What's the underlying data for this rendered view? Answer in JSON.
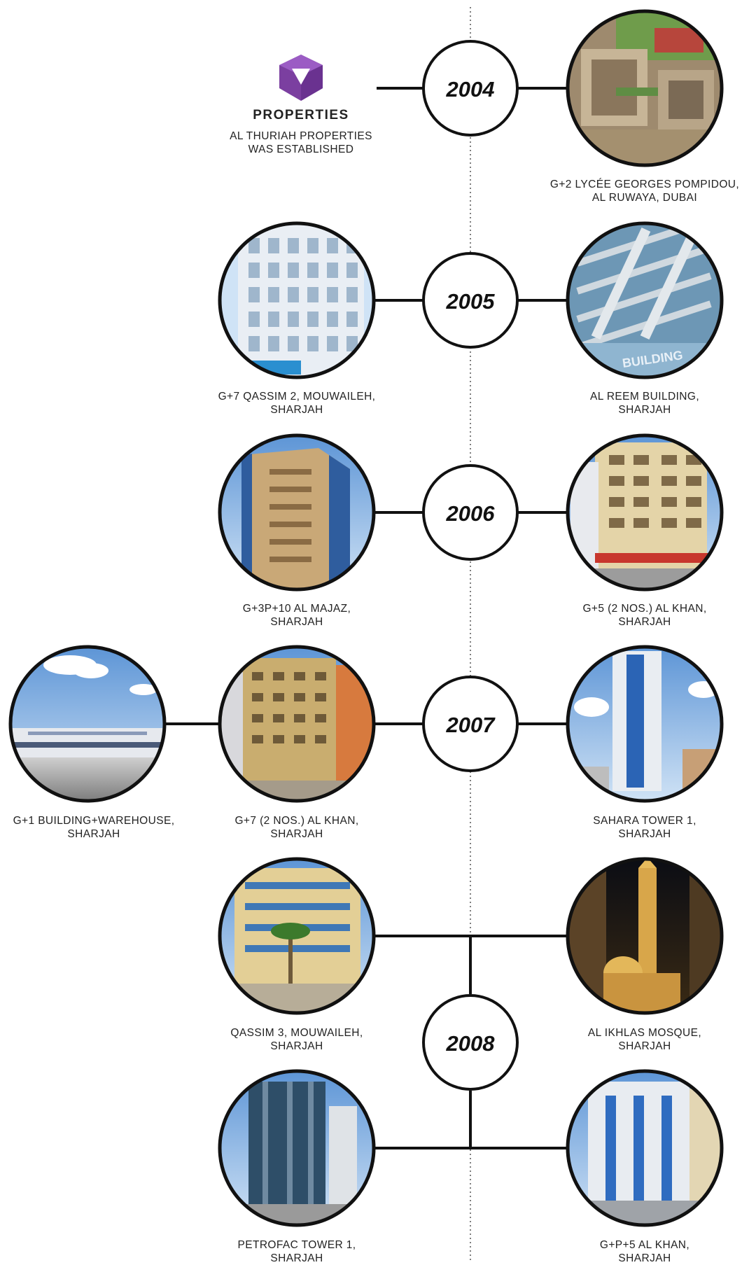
{
  "brand": {
    "name": "PROPERTIES",
    "established_line1": "AL THURIAH PROPERTIES",
    "established_line2": "WAS ESTABLISHED",
    "color": "#7b3fa0"
  },
  "years": [
    {
      "label": "2004"
    },
    {
      "label": "2005"
    },
    {
      "label": "2006"
    },
    {
      "label": "2007"
    },
    {
      "label": "2008"
    }
  ],
  "projects": [
    {
      "caption": [
        "G+2 LYCÉE GEORGES POMPIDOU,",
        "AL RUWAYA, DUBAI"
      ],
      "photo": "aerial-school"
    },
    {
      "caption": [
        "G+7 QASSIM 2, MOUWAILEH,",
        "SHARJAH"
      ],
      "photo": "white-tower"
    },
    {
      "caption": [
        "AL REEM BUILDING,",
        "SHARJAH"
      ],
      "photo": "balcony-facade"
    },
    {
      "caption": [
        "G+3P+10 AL MAJAZ,",
        "SHARJAH"
      ],
      "photo": "beige-tower"
    },
    {
      "caption": [
        "G+5 (2 NOS.) AL KHAN,",
        "SHARJAH"
      ],
      "photo": "cream-building"
    },
    {
      "caption": [
        "G+1 BUILDING+WAREHOUSE,",
        "SHARJAH"
      ],
      "photo": "warehouse"
    },
    {
      "caption": [
        "G+7 (2 NOS.) AL KHAN,",
        "SHARJAH"
      ],
      "photo": "tan-building"
    },
    {
      "caption": [
        "SAHARA TOWER 1,",
        "SHARJAH"
      ],
      "photo": "blue-highrise"
    },
    {
      "caption": [
        "QASSIM 3, MOUWAILEH,",
        "SHARJAH"
      ],
      "photo": "palm-building"
    },
    {
      "caption": [
        "AL IKHLAS MOSQUE,",
        "SHARJAH"
      ],
      "photo": "mosque-night"
    },
    {
      "caption": [
        "PETROFAC TOWER 1,",
        "SHARJAH"
      ],
      "photo": "glass-tower"
    },
    {
      "caption": [
        "G+P+5 AL KHAN,",
        "SHARJAH"
      ],
      "photo": "blue-white-building"
    }
  ]
}
